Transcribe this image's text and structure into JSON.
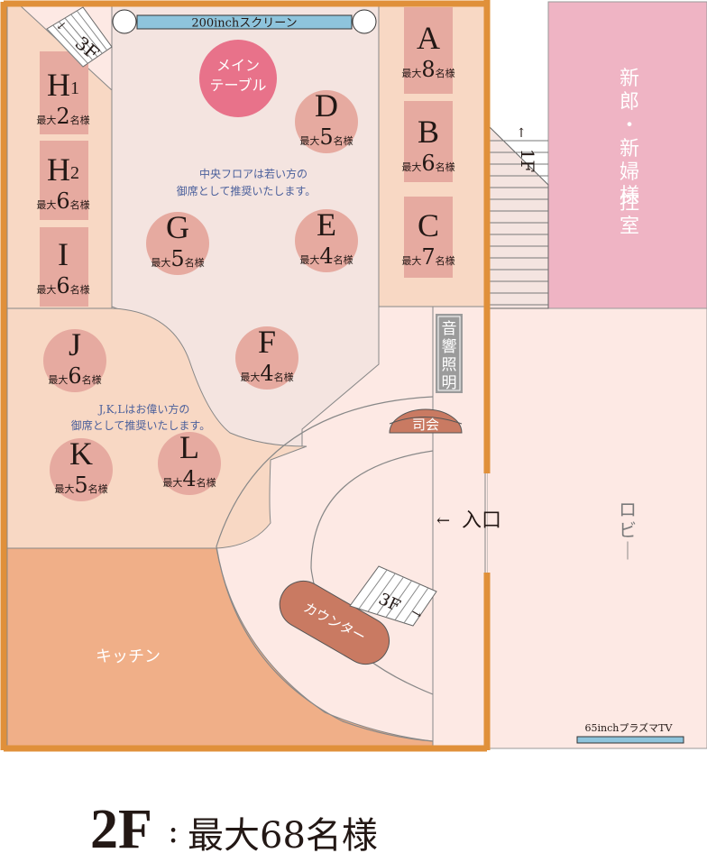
{
  "floor_label": {
    "floor": "2F",
    "colon": ":",
    "capacity": "最大68名様"
  },
  "screen_label": "200inchスクリーン",
  "main_table": {
    "line1": "メイン",
    "line2": "テーブル"
  },
  "center_note": {
    "line1": "中央フロアは若い方の",
    "line2": "御席として推奨いたします。"
  },
  "jkl_note": {
    "line1": "J,K,Lはお偉い方の",
    "line2": "御席として推奨いたします。"
  },
  "capacity_prefix": "最大",
  "capacity_suffix": "名様",
  "tables": [
    {
      "id": "A",
      "name": "A",
      "sub": "",
      "count": "8"
    },
    {
      "id": "B",
      "name": "B",
      "sub": "",
      "count": "6"
    },
    {
      "id": "C",
      "name": "C",
      "sub": "",
      "count": "7"
    },
    {
      "id": "D",
      "name": "D",
      "sub": "",
      "count": "5"
    },
    {
      "id": "E",
      "name": "E",
      "sub": "",
      "count": "4"
    },
    {
      "id": "F",
      "name": "F",
      "sub": "",
      "count": "4"
    },
    {
      "id": "G",
      "name": "G",
      "sub": "",
      "count": "5"
    },
    {
      "id": "H1",
      "name": "H",
      "sub": "1",
      "count": "2"
    },
    {
      "id": "H2",
      "name": "H",
      "sub": "2",
      "count": "6"
    },
    {
      "id": "I",
      "name": "I",
      "sub": "",
      "count": "6"
    },
    {
      "id": "J",
      "name": "J",
      "sub": "",
      "count": "6"
    },
    {
      "id": "K",
      "name": "K",
      "sub": "",
      "count": "5"
    },
    {
      "id": "L",
      "name": "L",
      "sub": "",
      "count": "4"
    }
  ],
  "stairs_3f_label": "3F",
  "stairs_1f_label": "1F",
  "bride_room": {
    "line1": "新郎・新婦様",
    "line2": "控室"
  },
  "sound_light": "音響照明",
  "mc": "司会",
  "entrance": "入口",
  "counter": "カウンター",
  "kitchen": "キッチン",
  "lobby": "ロビー",
  "tv_label": "65inchプラズマTV",
  "colors": {
    "wall": "#e0903a",
    "center_floor": "#f4e4e0",
    "side_floor": "#f8d8c4",
    "kitchen": "#f0af88",
    "table": "#e6aaa0",
    "main_table": "#e8728a",
    "bride_room": "#efb4c4",
    "lobby": "#fde9e4",
    "mc": "#c97a62",
    "counter": "#c97a62",
    "sound_panel": "#9b9b9b",
    "screen": "#8ec4dc",
    "note_text": "#4a5f9b"
  }
}
